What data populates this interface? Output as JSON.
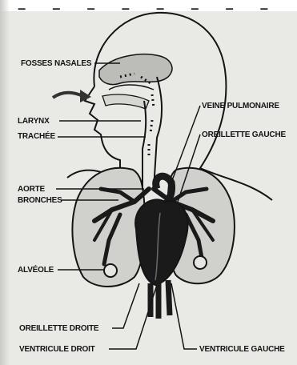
{
  "header": {
    "cropped_text": "_ _ _ _ _ _ _ _"
  },
  "labels": {
    "fosses_nasales": "FOSSES NASALES",
    "larynx": "LARYNX",
    "trachee": "TRACHÉE",
    "aorte": "AORTE",
    "bronches": "BRONCHES",
    "alveole": "ALVÉOLE",
    "oreillette_droite": "OREILLETTE DROITE",
    "ventricule_droit": "VENTRICULE DROIT",
    "veine_pulmonaire": "VEINE PULMONAIRE",
    "oreillette_gauche": "OREILLETTE GAUCHE",
    "ventricule_gauche": "VENTRICULE GAUCHE"
  },
  "colors": {
    "ink": "#141414",
    "paper": "#e9e9e6",
    "organ": "#1a1a1a"
  }
}
